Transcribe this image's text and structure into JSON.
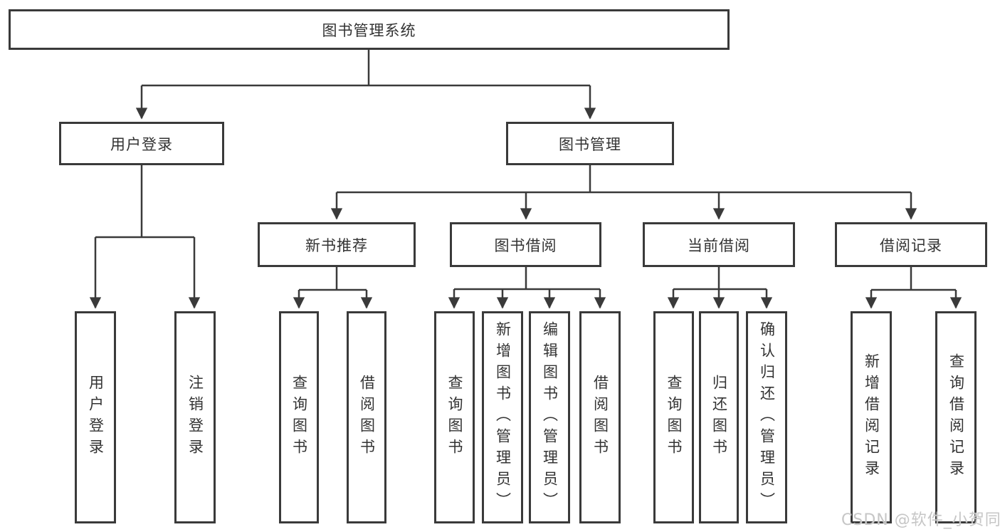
{
  "diagram": {
    "root": {
      "label": "图书管理系统"
    },
    "level2": {
      "user_login": {
        "label": "用户登录"
      },
      "book_mgmt": {
        "label": "图书管理"
      }
    },
    "level3": {
      "new_book": {
        "label": "新书推荐"
      },
      "book_borrow": {
        "label": "图书借阅"
      },
      "current_borrow": {
        "label": "当前借阅"
      },
      "borrow_records": {
        "label": "借阅记录"
      }
    },
    "leaves": {
      "user": [
        "用户登录",
        "注销登录"
      ],
      "new_book": [
        "查询图书",
        "借阅图书"
      ],
      "book_borrow": [
        "查询图书",
        "新增图书（管理员）",
        "编辑图书（管理员）",
        "借阅图书"
      ],
      "current_borrow": [
        "查询图书",
        "归还图书",
        "确认归还（管理员）"
      ],
      "borrow_records": [
        "新增借阅记录",
        "查询借阅记录"
      ]
    },
    "watermark": "CSDN @软件_小贺同学",
    "colors": {
      "line": "#3a3a3a",
      "text": "#333333",
      "background": "#ffffff",
      "watermark": "#c6c6c6"
    }
  }
}
